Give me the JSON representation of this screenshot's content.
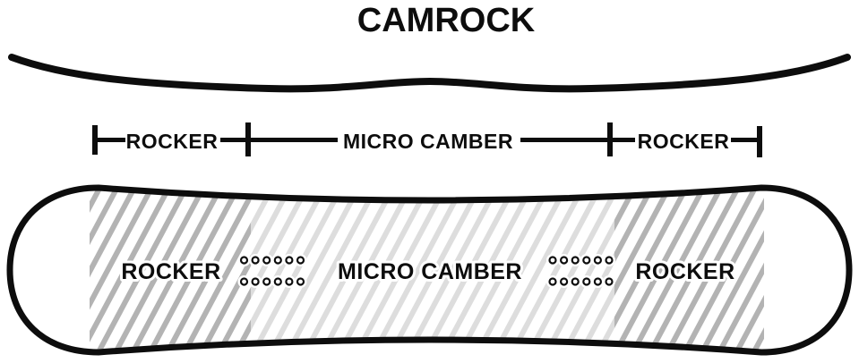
{
  "title": "CAMROCK",
  "bracket": {
    "left_label": "ROCKER",
    "middle_label": "MICRO CAMBER",
    "right_label": "ROCKER"
  },
  "board": {
    "left_zone_label": "ROCKER",
    "middle_zone_label": "MICRO CAMBER",
    "right_zone_label": "ROCKER",
    "insert_rows": 2,
    "insert_columns": 6
  },
  "colors": {
    "ink": "#0d0d0d",
    "hatch_dark": "#b3b3b3",
    "hatch_light": "#dddddd",
    "background": "#ffffff"
  }
}
